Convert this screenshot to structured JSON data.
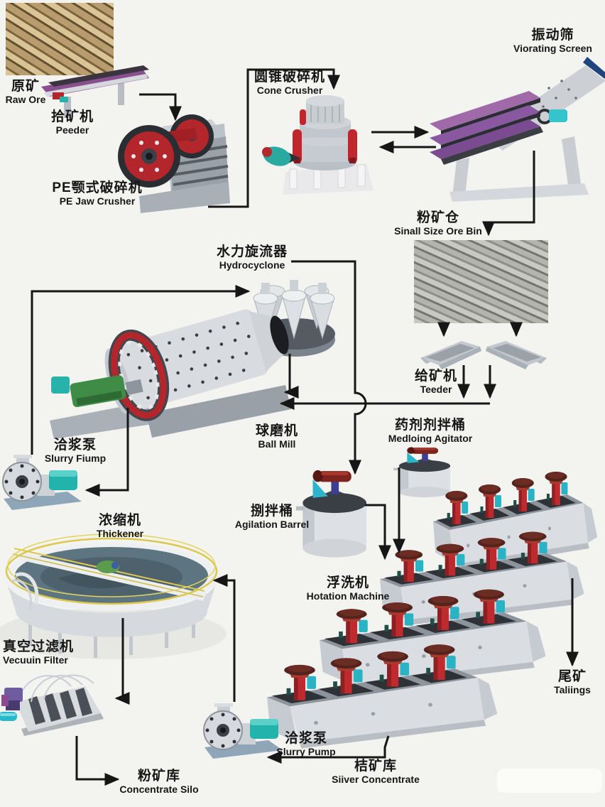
{
  "title": "Mineral ore beneficiation process flow diagram",
  "palette": {
    "background": "#f3f3f0",
    "line": "#161616",
    "machine_red": "#b3262b",
    "machine_teal": "#27b2ac",
    "machine_purple": "#8a58a0",
    "machine_gray": "#ccd0d5",
    "screen_blue": "#20457e",
    "rail_yellow": "#dcc84e",
    "motor_green": "#3e8c45"
  },
  "labels": {
    "raw_ore": {
      "zh": "原矿",
      "en": "Raw Ore"
    },
    "feeder_top": {
      "zh": "拾矿机",
      "en": "Peeder"
    },
    "jaw_crusher": {
      "zh": "PE颚式破碎机",
      "en": "PE Jaw Crusher"
    },
    "cone_crusher": {
      "zh": "圆锥破碎机",
      "en": "Cone Crusher"
    },
    "vibrating_screen": {
      "zh": "振动筛",
      "en": "Viorating Screen"
    },
    "ore_bin": {
      "zh": "粉矿仓",
      "en": "Sinall Size Ore Bin"
    },
    "hydrocyclone": {
      "zh": "水力旋流器",
      "en": "Hydrocyclone"
    },
    "feeders": {
      "zh": "给矿机",
      "en": "Teeder"
    },
    "ball_mill": {
      "zh": "球磨机",
      "en": "Ball Mill"
    },
    "medicine_agitator": {
      "zh": "药剂剂拌桶",
      "en": "Medloing Agitator"
    },
    "slurry_pump_1": {
      "zh": "洽浆泵",
      "en": "Slurry Fiump"
    },
    "agitation_barrel": {
      "zh": "捌拌桶",
      "en": "Agilation Barrel"
    },
    "thickener": {
      "zh": "浓缩机",
      "en": "Thickener"
    },
    "flotation_machine": {
      "zh": "浮洗机",
      "en": "Hotation Machine"
    },
    "vacuum_filter": {
      "zh": "真空过滤机",
      "en": "Vecuuin Filter"
    },
    "tailings": {
      "zh": "尾矿",
      "en": "Taliings"
    },
    "concentrate_silo": {
      "zh": "粉矿库",
      "en": "Concentrate Silo"
    },
    "slurry_pump_2": {
      "zh": "洽浆泵",
      "en": "Slurry Pump"
    },
    "silver_concentrate": {
      "zh": "桔矿库",
      "en": "Siiver Concentrate"
    }
  },
  "flows": [
    {
      "from": "Peeder",
      "to": "PE Jaw Crusher"
    },
    {
      "from": "PE Jaw Crusher",
      "to": "Cone Crusher"
    },
    {
      "from": "Cone Crusher",
      "to": "Viorating Screen"
    },
    {
      "from": "Viorating Screen",
      "to": "Cone Crusher"
    },
    {
      "from": "Viorating Screen",
      "to": "Sinall Size Ore Bin"
    },
    {
      "from": "Sinall Size Ore Bin",
      "to": "Teeder"
    },
    {
      "from": "Teeder",
      "to": "Ball Mill"
    },
    {
      "from": "Ball Mill",
      "to": "Slurry Fiump"
    },
    {
      "from": "Slurry Fiump",
      "to": "Hydrocyclone"
    },
    {
      "from": "Hydrocyclone",
      "to": "Ball Mill"
    },
    {
      "from": "Hydrocyclone",
      "to": "Agilation Barrel"
    },
    {
      "from": "Medloing Agitator",
      "to": "Hotation Machine"
    },
    {
      "from": "Agilation Barrel",
      "to": "Hotation Machine"
    },
    {
      "from": "Hotation Machine",
      "to": "Taliings"
    },
    {
      "from": "Hotation Machine",
      "to": "Slurry Pump"
    },
    {
      "from": "Slurry Pump",
      "to": "Thickener"
    },
    {
      "from": "Thickener",
      "to": "Vecuuin Filter"
    },
    {
      "from": "Vecuuin Filter",
      "to": "Concentrate Silo"
    },
    {
      "from": "Hotation Machine",
      "to": "Siiver Concentrate"
    }
  ]
}
